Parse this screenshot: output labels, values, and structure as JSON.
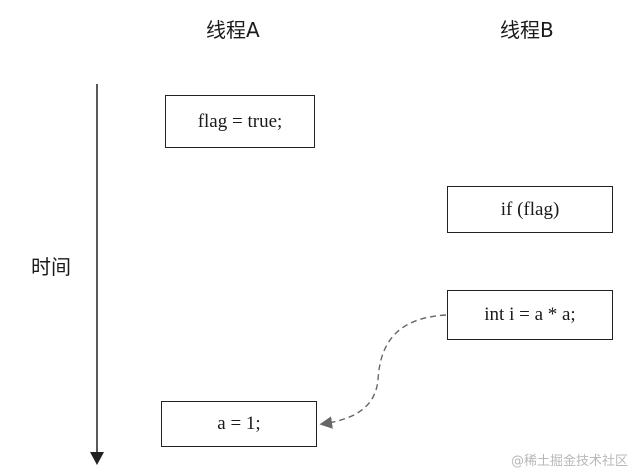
{
  "headers": {
    "thread_a": "线程A",
    "thread_b": "线程B"
  },
  "time_axis": {
    "label": "时间",
    "direction": "down"
  },
  "steps": {
    "flag_assign": "flag = true;",
    "if_flag": "if (flag)",
    "int_assign": "int i = a * a;",
    "a_assign": "a = 1;"
  },
  "reorder_arrow": {
    "from": "int i = a * a;",
    "to": "a = 1;",
    "style": "dashed",
    "color": "#666666"
  },
  "watermark": "@稀土掘金技术社区"
}
